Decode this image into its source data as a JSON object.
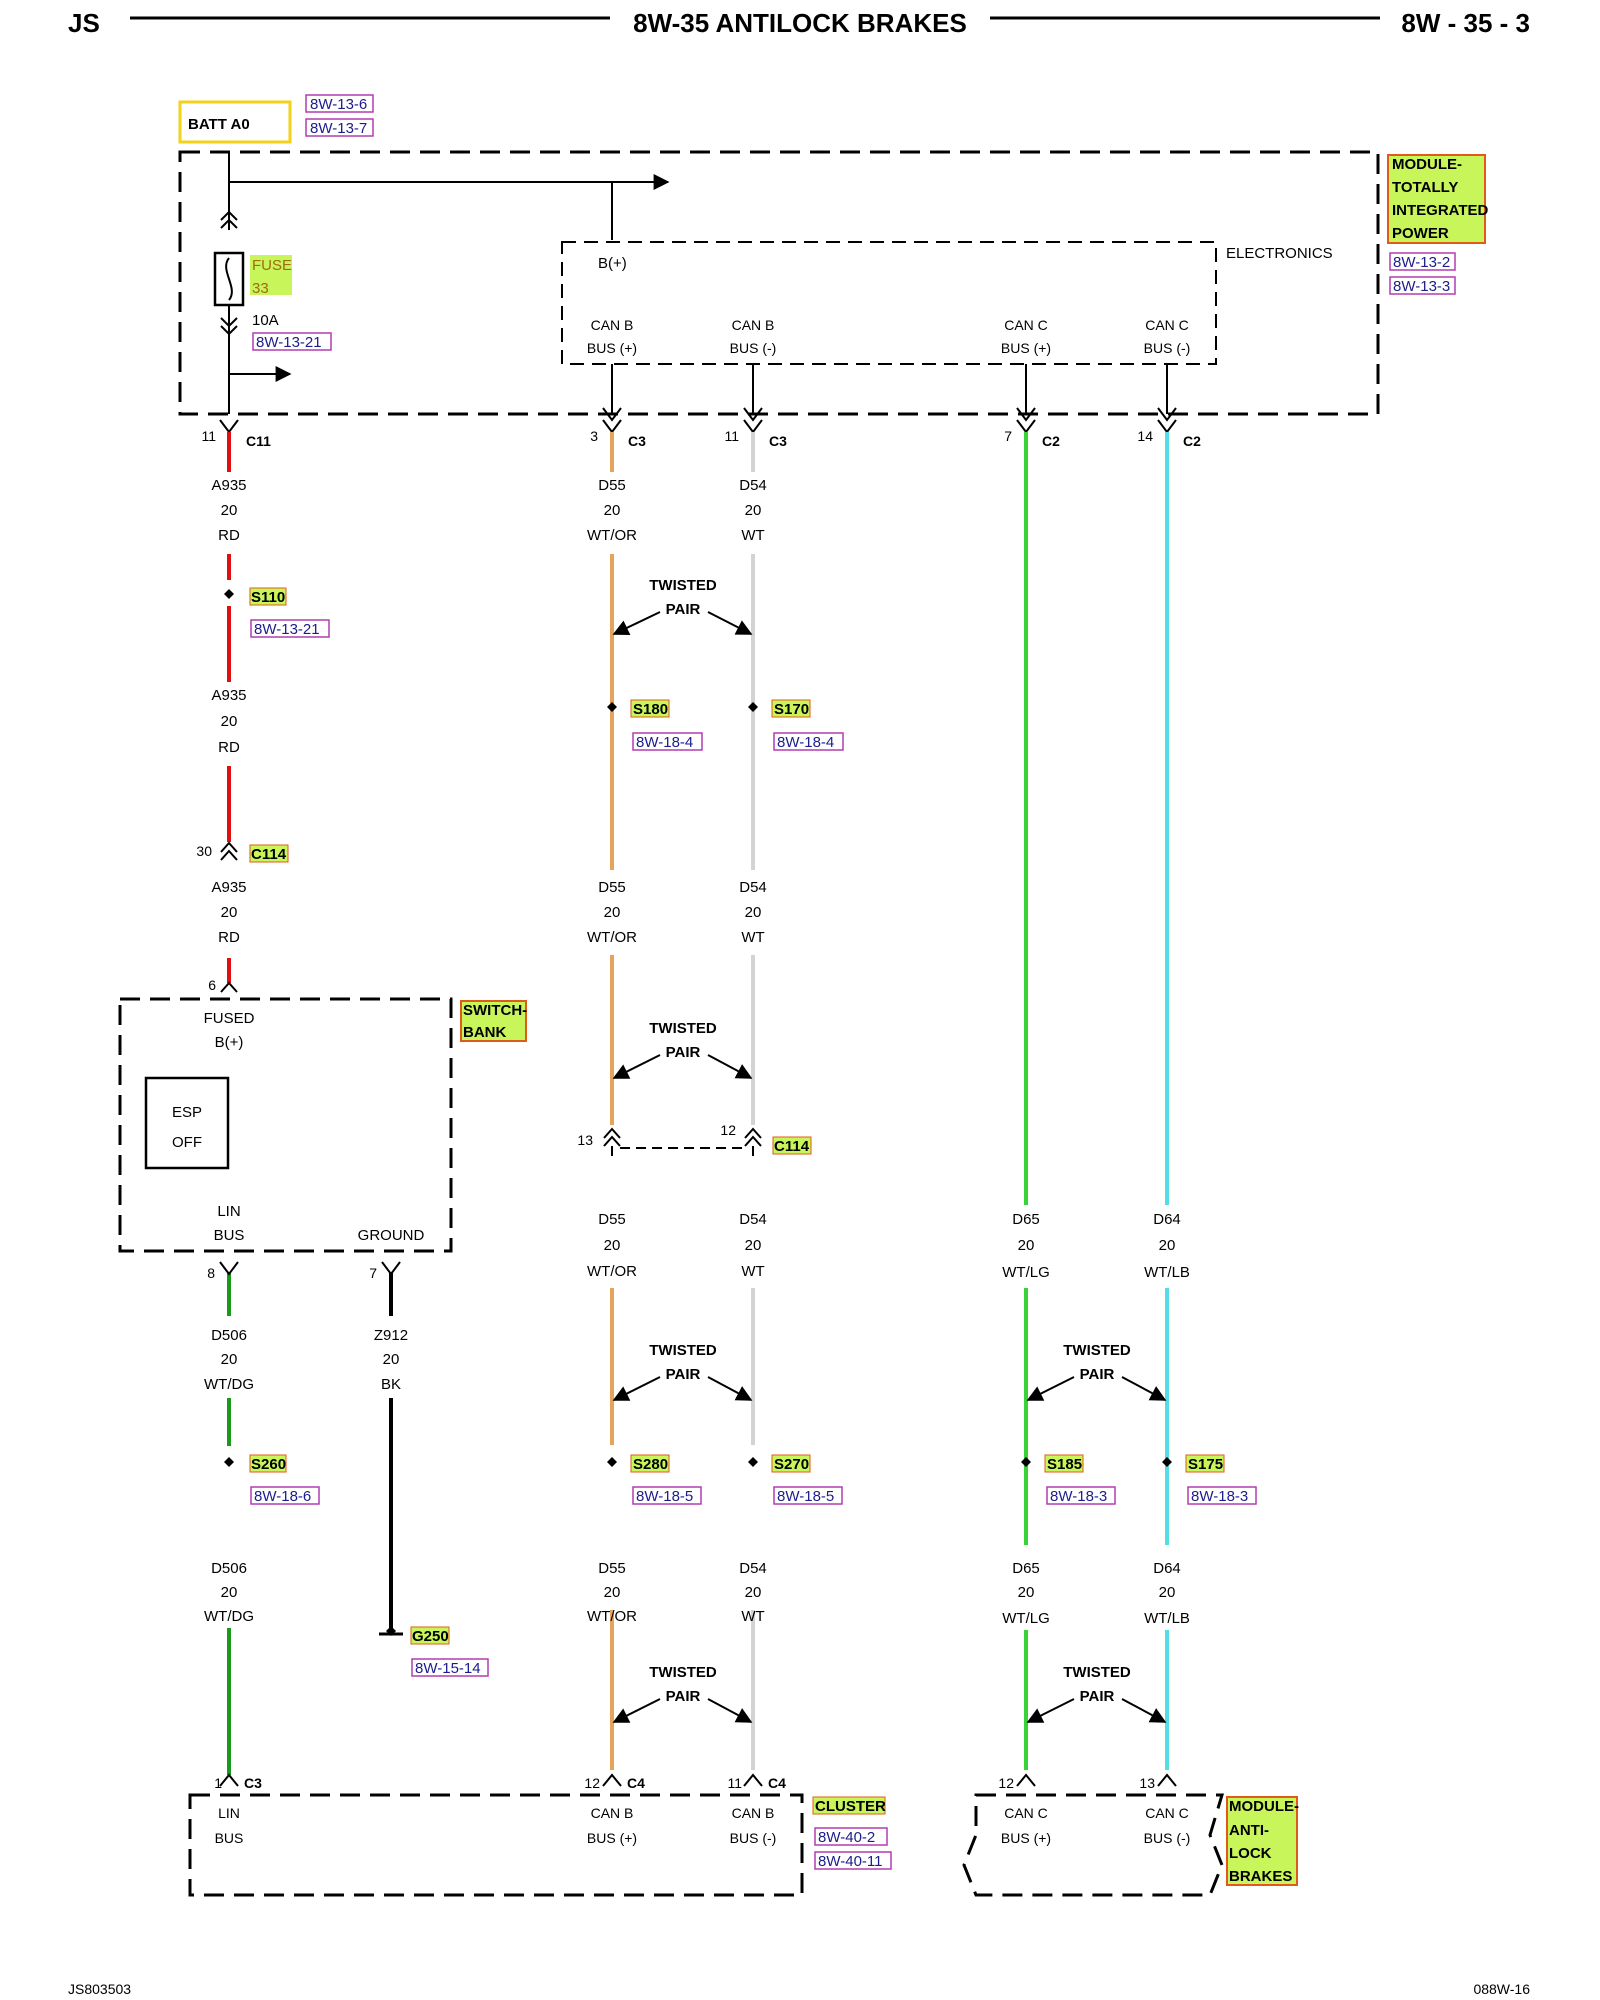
{
  "header": {
    "left": "JS",
    "center": "8W-35 ANTILOCK BRAKES",
    "right": "8W - 35 - 3"
  },
  "footer": {
    "left": "JS803503",
    "right": "088W-16"
  },
  "colors": {
    "RD": "#e01010",
    "WT/OR": "#e6a35a",
    "WT": "#d3d3d3",
    "WT/LG": "#39d239",
    "WT/LB": "#55dde6",
    "WT/DG": "#1a9a1a",
    "BK": "#000000",
    "highlight": "#c8f55a",
    "highlight_border": "#e05a1a",
    "ref_border": "#b23cb2"
  },
  "batt": {
    "label": "BATT A0",
    "refs": [
      "8W-13-6",
      "8W-13-7"
    ]
  },
  "tipm": {
    "name": [
      "MODULE-",
      "TOTALLY",
      "INTEGRATED",
      "POWER"
    ],
    "refs": [
      "8W-13-2",
      "8W-13-3"
    ],
    "electronics": "ELECTRONICS",
    "bplus": "B(+)",
    "fuse": {
      "name": "FUSE",
      "num": "33",
      "rating": "10A",
      "ref": "8W-13-21"
    },
    "pins": [
      {
        "l1": "CAN B",
        "l2": "BUS (+)"
      },
      {
        "l1": "CAN B",
        "l2": "BUS (-)"
      },
      {
        "l1": "CAN C",
        "l2": "BUS (+)"
      },
      {
        "l1": "CAN C",
        "l2": "BUS (-)"
      }
    ]
  },
  "top_connectors": [
    {
      "pin": "11",
      "name": "C11"
    },
    {
      "pin": "3",
      "name": "C3"
    },
    {
      "pin": "11",
      "name": "C3"
    },
    {
      "pin": "7",
      "name": "C2"
    },
    {
      "pin": "14",
      "name": "C2"
    }
  ],
  "twisted": [
    "TWISTED",
    "PAIR"
  ],
  "wire_labels": {
    "a935_1": [
      "A935",
      "20",
      "RD"
    ],
    "a935_2": [
      "A935",
      "20",
      "RD"
    ],
    "a935_3": [
      "A935",
      "20",
      "RD"
    ],
    "d55_1": [
      "D55",
      "20",
      "WT/OR"
    ],
    "d55_2": [
      "D55",
      "20",
      "WT/OR"
    ],
    "d55_3": [
      "D55",
      "20",
      "WT/OR"
    ],
    "d55_4": [
      "D55",
      "20",
      "WT/OR"
    ],
    "d54_1": [
      "D54",
      "20",
      "WT"
    ],
    "d54_2": [
      "D54",
      "20",
      "WT"
    ],
    "d54_3": [
      "D54",
      "20",
      "WT"
    ],
    "d54_4": [
      "D54",
      "20",
      "WT"
    ],
    "d65_1": [
      "D65",
      "20",
      "WT/LG"
    ],
    "d65_2": [
      "D65",
      "20",
      "WT/LG"
    ],
    "d64_1": [
      "D64",
      "20",
      "WT/LB"
    ],
    "d64_2": [
      "D64",
      "20",
      "WT/LB"
    ],
    "d506_1": [
      "D506",
      "20",
      "WT/DG"
    ],
    "d506_2": [
      "D506",
      "20",
      "WT/DG"
    ],
    "z912": [
      "Z912",
      "20",
      "BK"
    ]
  },
  "splices": {
    "s110": {
      "name": "S110",
      "ref": "8W-13-21"
    },
    "s180": {
      "name": "S180",
      "ref": "8W-18-4"
    },
    "s170": {
      "name": "S170",
      "ref": "8W-18-4"
    },
    "s260": {
      "name": "S260",
      "ref": "8W-18-6"
    },
    "s280": {
      "name": "S280",
      "ref": "8W-18-5"
    },
    "s270": {
      "name": "S270",
      "ref": "8W-18-5"
    },
    "s185": {
      "name": "S185",
      "ref": "8W-18-3"
    },
    "s175": {
      "name": "S175",
      "ref": "8W-18-3"
    }
  },
  "c114_a": {
    "pin": "30",
    "name": "C114"
  },
  "c114_b": {
    "pin_left": "13",
    "pin_right": "12",
    "name": "C114"
  },
  "switch_bank": {
    "name": [
      "SWITCH-",
      "BANK"
    ],
    "in_pin": "6",
    "fused": [
      "FUSED",
      "B(+)"
    ],
    "esp": [
      "ESP",
      "OFF"
    ],
    "lin": [
      "LIN",
      "BUS"
    ],
    "ground": "GROUND",
    "pin_lin": "8",
    "pin_gnd": "7"
  },
  "ground": {
    "name": "G250",
    "ref": "8W-15-14"
  },
  "cluster": {
    "name": "CLUSTER",
    "refs": [
      "8W-40-2",
      "8W-40-11"
    ],
    "conns": [
      {
        "pin": "1",
        "name": "C3"
      },
      {
        "pin": "12",
        "name": "C4"
      },
      {
        "pin": "11",
        "name": "C4"
      }
    ],
    "pins": [
      {
        "l1": "LIN",
        "l2": "BUS"
      },
      {
        "l1": "CAN B",
        "l2": "BUS (+)"
      },
      {
        "l1": "CAN B",
        "l2": "BUS (-)"
      }
    ]
  },
  "abs": {
    "name": [
      "MODULE-",
      "ANTI-",
      "LOCK",
      "BRAKES"
    ],
    "conns": [
      {
        "pin": "12"
      },
      {
        "pin": "13"
      }
    ],
    "pins": [
      {
        "l1": "CAN C",
        "l2": "BUS (+)"
      },
      {
        "l1": "CAN C",
        "l2": "BUS (-)"
      }
    ]
  }
}
